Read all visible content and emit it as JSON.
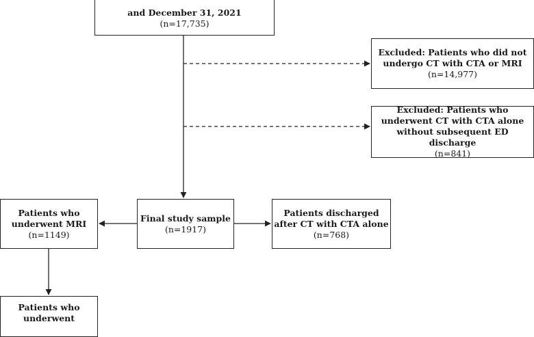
{
  "boxes": {
    "top": {
      "title": "and December 31, 2021",
      "n": "(n=17,735)"
    },
    "excluded_1": {
      "title": "Excluded: Patients who did not undergo CT with CTA or MRI",
      "n": "(n=14,977)"
    },
    "excluded_2": {
      "title": "Excluded: Patients who underwent CT with CTA alone without subsequent ED discharge",
      "n": "(n=841)"
    },
    "mri": {
      "title": "Patients who underwent MRI",
      "n": "(n=1149)"
    },
    "final": {
      "title": "Final study sample",
      "n": "(n=1917)"
    },
    "discharged": {
      "title": "Patients discharged after CT with CTA alone",
      "n": "(n=768)"
    },
    "mri_sub": {
      "title": "Patients who underwent"
    }
  },
  "colors": {
    "line": "#222222",
    "box_border": "#222222"
  }
}
